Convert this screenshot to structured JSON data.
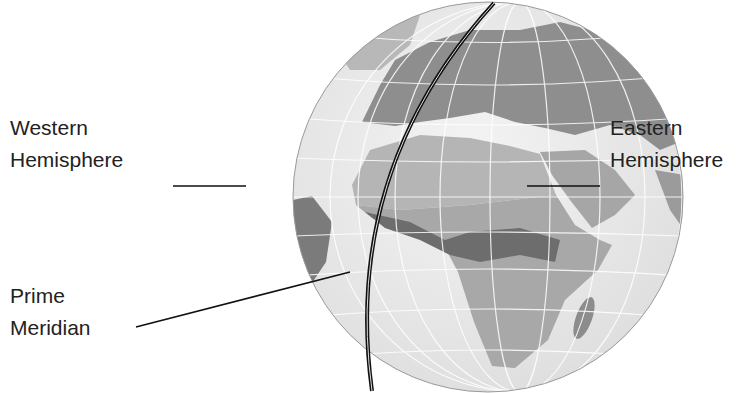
{
  "diagram": {
    "labels": [
      "Western Hemisphere",
      "Eastern Hemisphere",
      "Prime Meridian"
    ]
  }
}
